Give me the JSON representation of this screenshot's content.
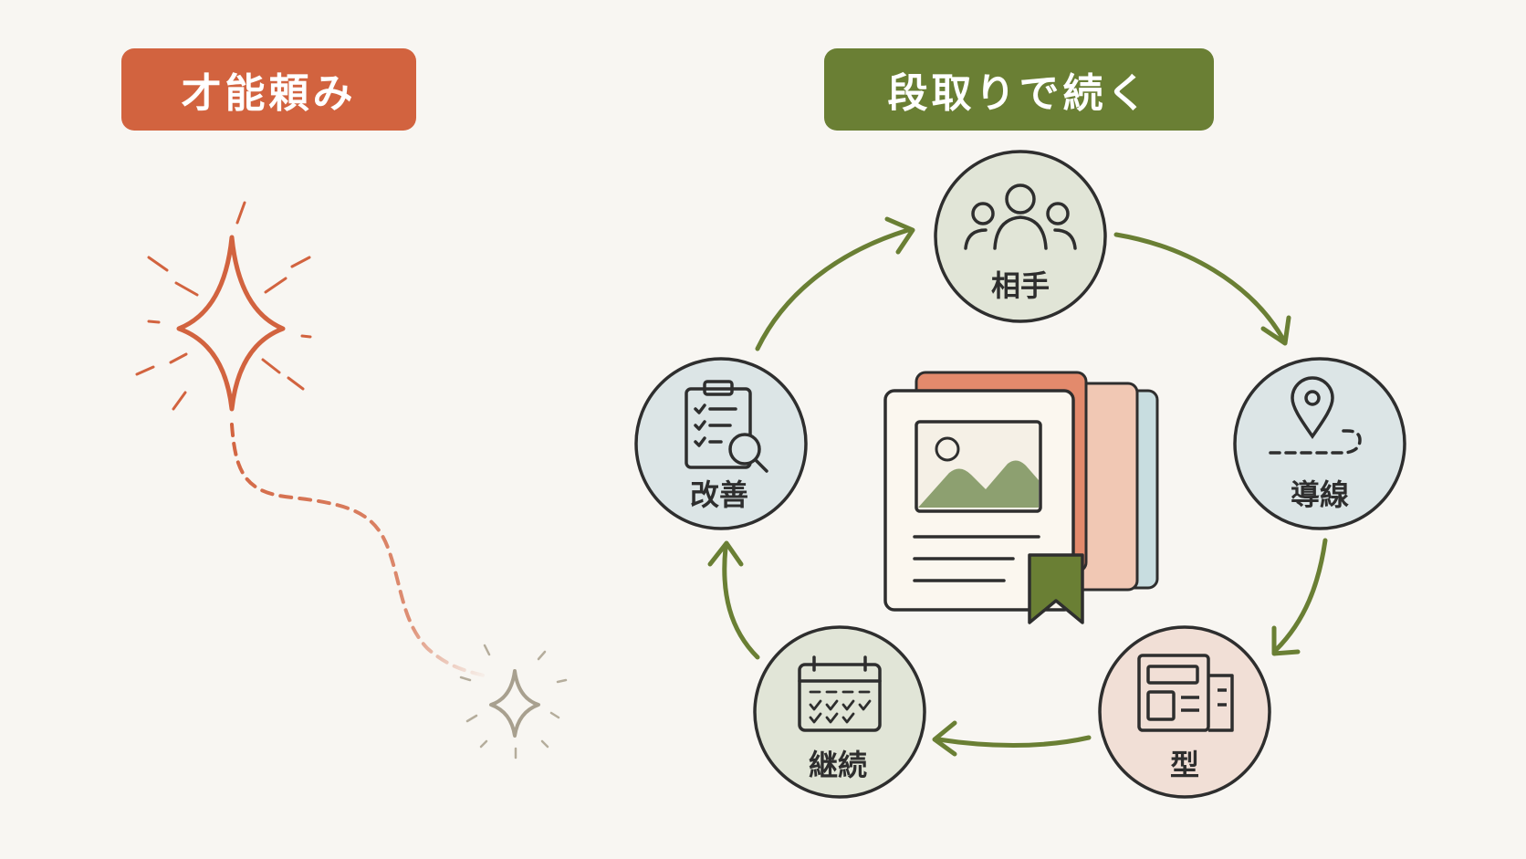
{
  "labels": {
    "talent": "才能頼み",
    "process": "段取りで続く"
  },
  "cycle": {
    "nodes": [
      {
        "key": "partner",
        "label": "相手",
        "icon": "people-icon",
        "fill": "#e1e5d7"
      },
      {
        "key": "flow",
        "label": "導線",
        "icon": "map-pin-icon",
        "fill": "#dce5e6"
      },
      {
        "key": "template",
        "label": "型",
        "icon": "layout-template-icon",
        "fill": "#f1dfd6"
      },
      {
        "key": "continue",
        "label": "継続",
        "icon": "calendar-icon",
        "fill": "#e1e5d7"
      },
      {
        "key": "improve",
        "label": "改善",
        "icon": "clipboard-search-icon",
        "fill": "#dce5e6"
      }
    ],
    "center_icon": "document-stack-icon"
  },
  "colors": {
    "talent_orange": "#d2633f",
    "process_green": "#6a7f34",
    "sparkle_gray": "#a8a08f",
    "ink": "#2e2e2e"
  }
}
